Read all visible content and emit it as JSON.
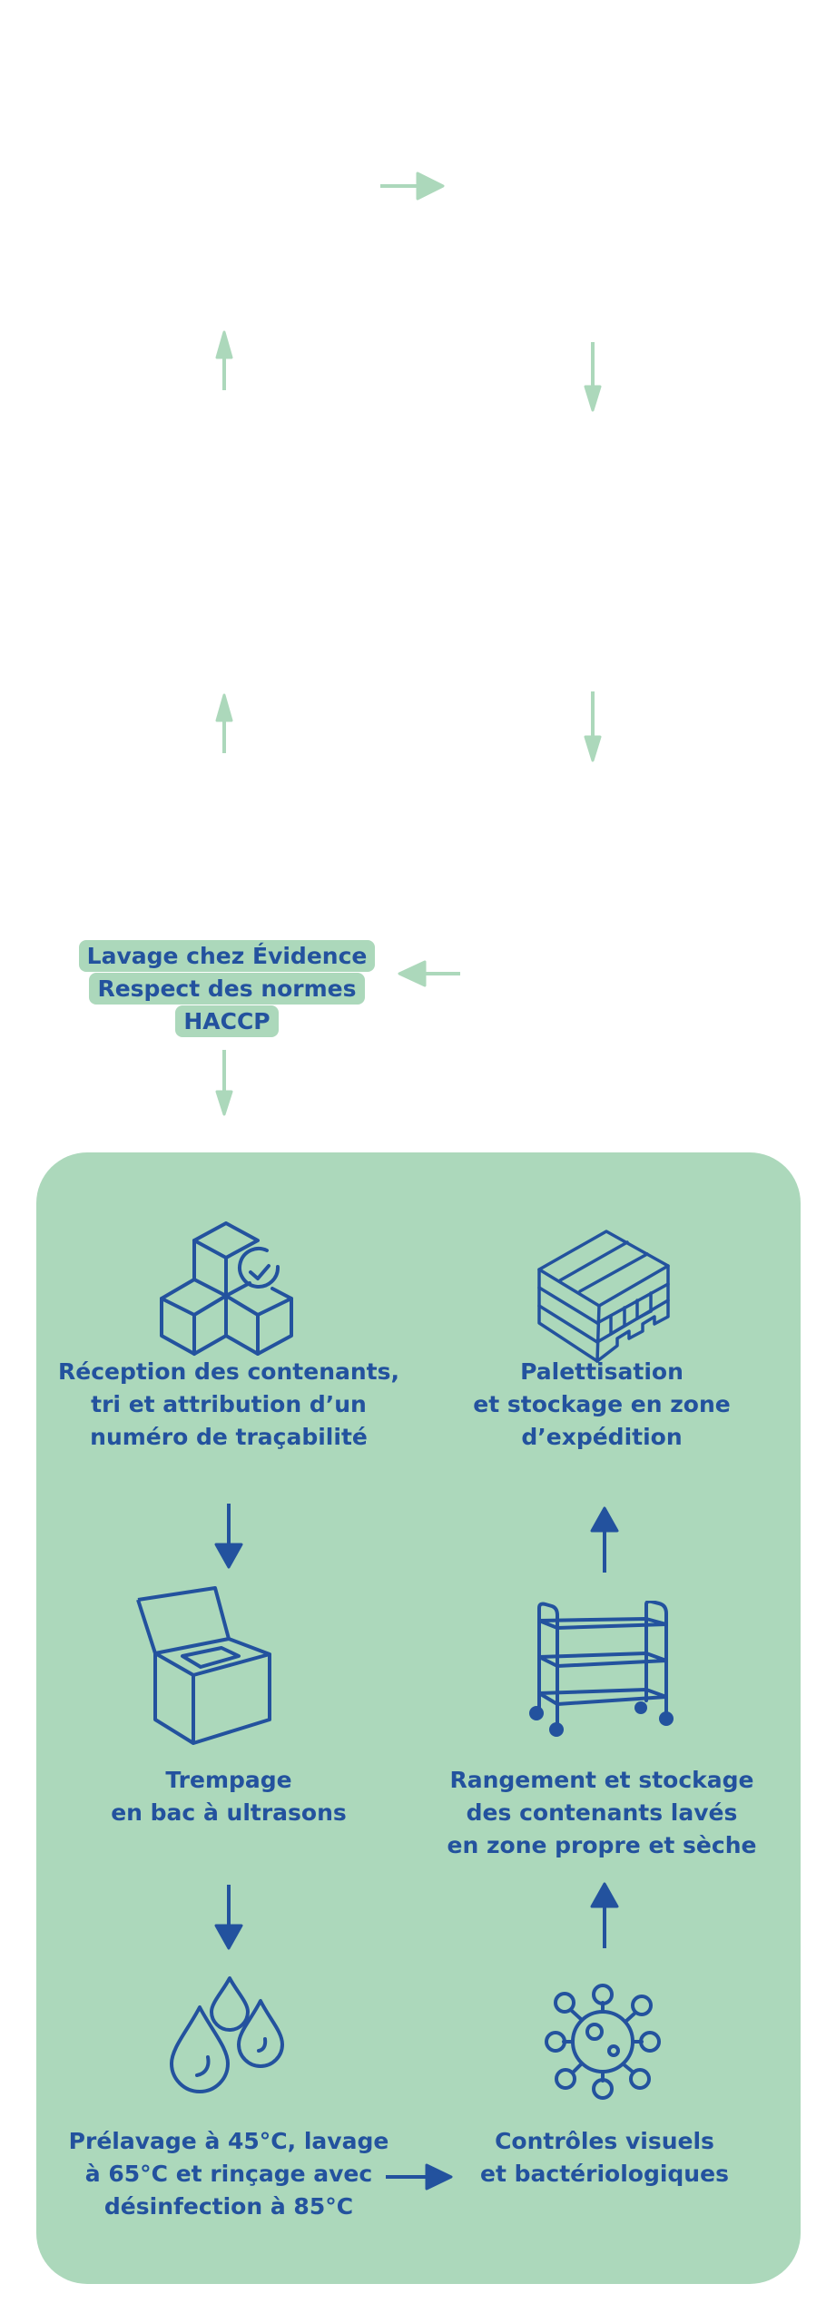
{
  "colors": {
    "accent_green": "#acd8bb",
    "brand_blue": "#23529e",
    "background": "#ffffff"
  },
  "highlight_label": {
    "lines": [
      "Lavage chez Évidence",
      "Respect des normes",
      "HACCP"
    ]
  },
  "steps": [
    {
      "id": "reception",
      "icon": "cubes-check-icon",
      "lines": [
        "Réception des contenants,",
        "tri et attribution d’un",
        "numéro de traçabilité"
      ]
    },
    {
      "id": "trempage",
      "icon": "ultrasonic-bin-icon",
      "lines": [
        "Trempage",
        "en bac à ultrasons"
      ]
    },
    {
      "id": "lavage",
      "icon": "water-drops-icon",
      "lines": [
        "Prélavage à 45°C, lavage",
        "à 65°C et rinçage avec",
        "désinfection à 85°C"
      ]
    },
    {
      "id": "controles",
      "icon": "virus-icon",
      "lines": [
        "Contrôles visuels",
        "et bactériologiques"
      ]
    },
    {
      "id": "rangement",
      "icon": "trolley-cart-icon",
      "lines": [
        "Rangement et stockage",
        "des contenants lavés",
        "en zone propre et sèche"
      ]
    },
    {
      "id": "palettisation",
      "icon": "stacked-pallets-icon",
      "lines": [
        "Palettisation",
        "et stockage en zone",
        "d’expédition"
      ]
    }
  ],
  "flow": [
    {
      "from": "reception",
      "to": "trempage",
      "direction": "down"
    },
    {
      "from": "trempage",
      "to": "lavage",
      "direction": "down"
    },
    {
      "from": "lavage",
      "to": "controles",
      "direction": "right"
    },
    {
      "from": "controles",
      "to": "rangement",
      "direction": "up"
    },
    {
      "from": "rangement",
      "to": "palettisation",
      "direction": "up"
    }
  ],
  "outer_cycle_arrows": [
    "right",
    "up",
    "down",
    "up",
    "down",
    "left",
    "down"
  ]
}
